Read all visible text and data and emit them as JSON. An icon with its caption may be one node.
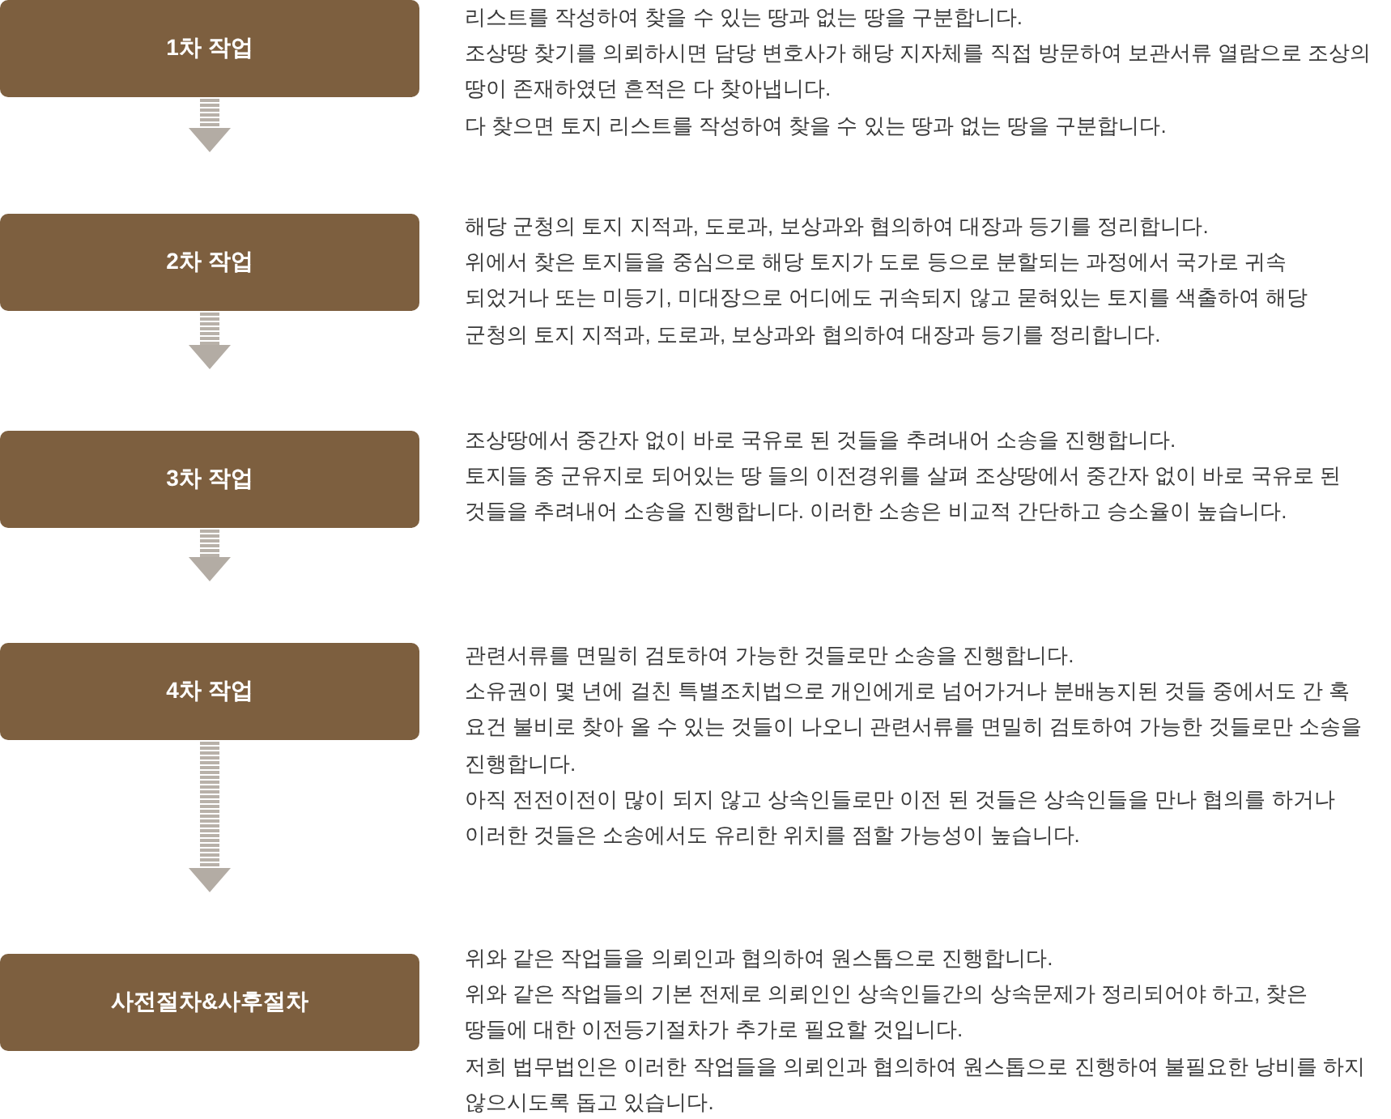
{
  "diagram": {
    "nodes": [
      {
        "text": [
          "1차 작업"
        ],
        "beside": [
          "리스트를 작성하여 찾을 수 있는 땅과 없는 땅을 구분합니다.",
          "조상땅 찾기를 의뢰하시면 담당 변호사가 해당 지자체를 직접 방문하여 보관서류 열람으로 조상의 땅이 존재하였던 흔적은 다 찾아냅니다.",
          "다 찾으면 토지 리스트를 작성하여 찾을 수 있는 땅과 없는 땅을 구분합니다."
        ]
      },
      {
        "text": [
          "2차 작업"
        ],
        "beside": [
          "해당 군청의 토지 지적과, 도로과, 보상과와 협의하여 대장과 등기를 정리합니다.",
          "위에서 찾은 토지들을 중심으로 해당 토지가 도로 등으로 분할되는 과정에서 국가로 귀속 되었거나 또는 미등기, 미대장으로 어디에도 귀속되지 않고 묻혀있는 토지를 색출하여 해당 군청의 토지 지적과, 도로과, 보상과와 협의하여 대장과 등기를 정리합니다."
        ]
      },
      {
        "text": [
          "3차 작업"
        ],
        "beside": [
          "조상땅에서 중간자 없이 바로 국유로 된 것들을 추려내어 소송을 진행합니다.",
          "토지들 중 군유지로 되어있는 땅 들의 이전경위를 살펴 조상땅에서 중간자 없이 바로 국유로 된 것들을 추려내어 소송을 진행합니다. 이러한 소송은 비교적 간단하고 승소율이 높습니다."
        ]
      },
      {
        "text": [
          "4차 작업"
        ],
        "beside": [
          "관련서류를 면밀히 검토하여 가능한 것들로만 소송을 진행합니다.",
          "소유권이 몇 년에 걸친 특별조치법으로 개인에게로 넘어가거나 분배농지된 것들 중에서도 간 혹 요건 불비로 찾아 올 수 있는 것들이 나오니 관련서류를 면밀히 검토하여 가능한 것들로만 소송을 진행합니다.",
          "아직 전전이전이 많이 되지 않고 상속인들로만 이전 된 것들은 상속인들을 만나 협의를 하거나 이러한 것들은 소송에서도 유리한 위치를 점할 가능성이 높습니다."
        ]
      },
      {
        "text": [
          "사전절차&사후절차"
        ],
        "beside": [
          "위와 같은 작업들을 의뢰인과 협의하여 원스톱으로 진행합니다.",
          "위와 같은 작업들의 기본 전제로 의뢰인인 상속인들간의 상속문제가 정리되어야 하고, 찾은 땅들에 대한 이전등기절차가 추가로 필요할 것입니다.",
          "저희 법무법인은 이러한 작업들을 의뢰인과 협의하여 원스톱으로 진행하여 불필요한 낭비를 하지 않으시도록 돕고 있습니다."
        ]
      }
    ],
    "edges": [
      {
        "from": 0,
        "to": 1,
        "arrow": "to"
      },
      {
        "from": 1,
        "to": 2,
        "arrow": "to"
      },
      {
        "from": 2,
        "to": 3,
        "arrow": "to"
      },
      {
        "from": 3,
        "to": 4,
        "arrow": "to"
      }
    ]
  }
}
